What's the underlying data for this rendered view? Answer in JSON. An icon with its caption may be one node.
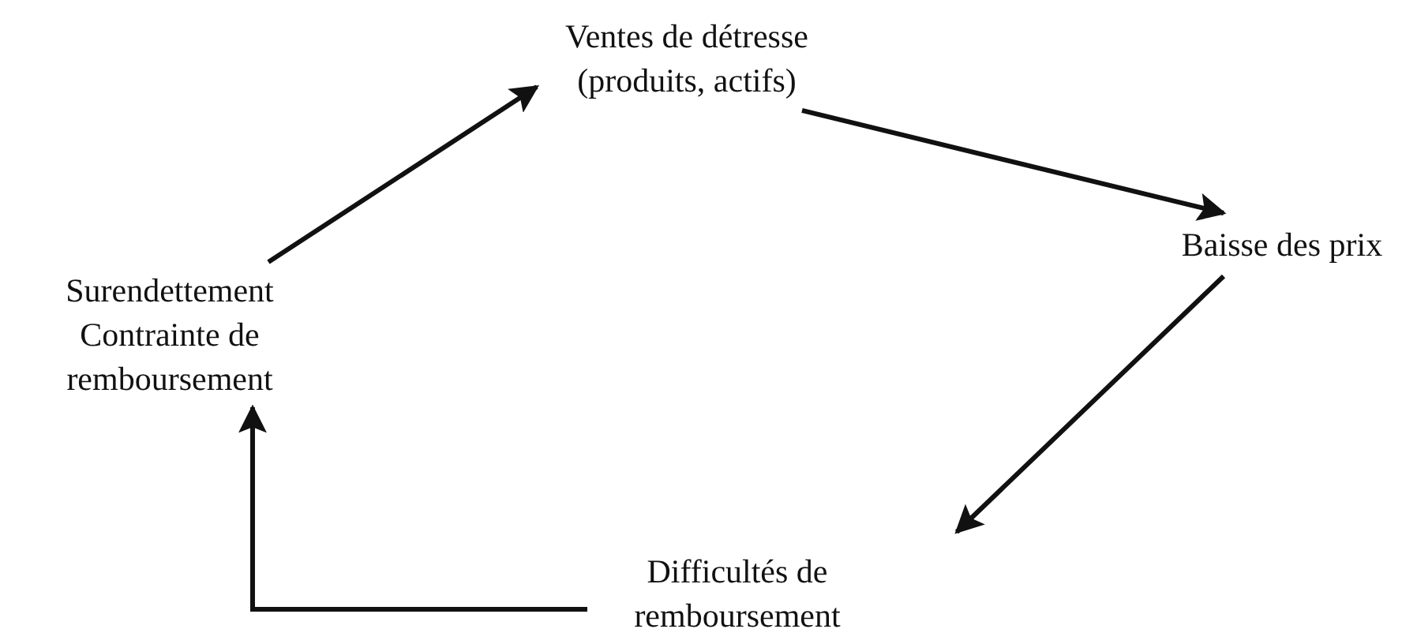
{
  "diagram": {
    "nodes": [
      {
        "text": [
          "Ventes de détresse (produits, actifs)"
        ]
      },
      {
        "text": [
          "Baisse des prix"
        ]
      },
      {
        "text": [
          "Difficultés de remboursement"
        ]
      },
      {
        "text": [
          "Surendettement Contrainte de remboursement"
        ]
      }
    ],
    "edges": [
      {
        "from": 3,
        "to": 0,
        "arrow": "to"
      },
      {
        "from": 0,
        "to": 1,
        "arrow": "to"
      },
      {
        "from": 1,
        "to": 2,
        "arrow": "to"
      },
      {
        "from": 2,
        "to": 3,
        "arrow": "to"
      }
    ]
  }
}
